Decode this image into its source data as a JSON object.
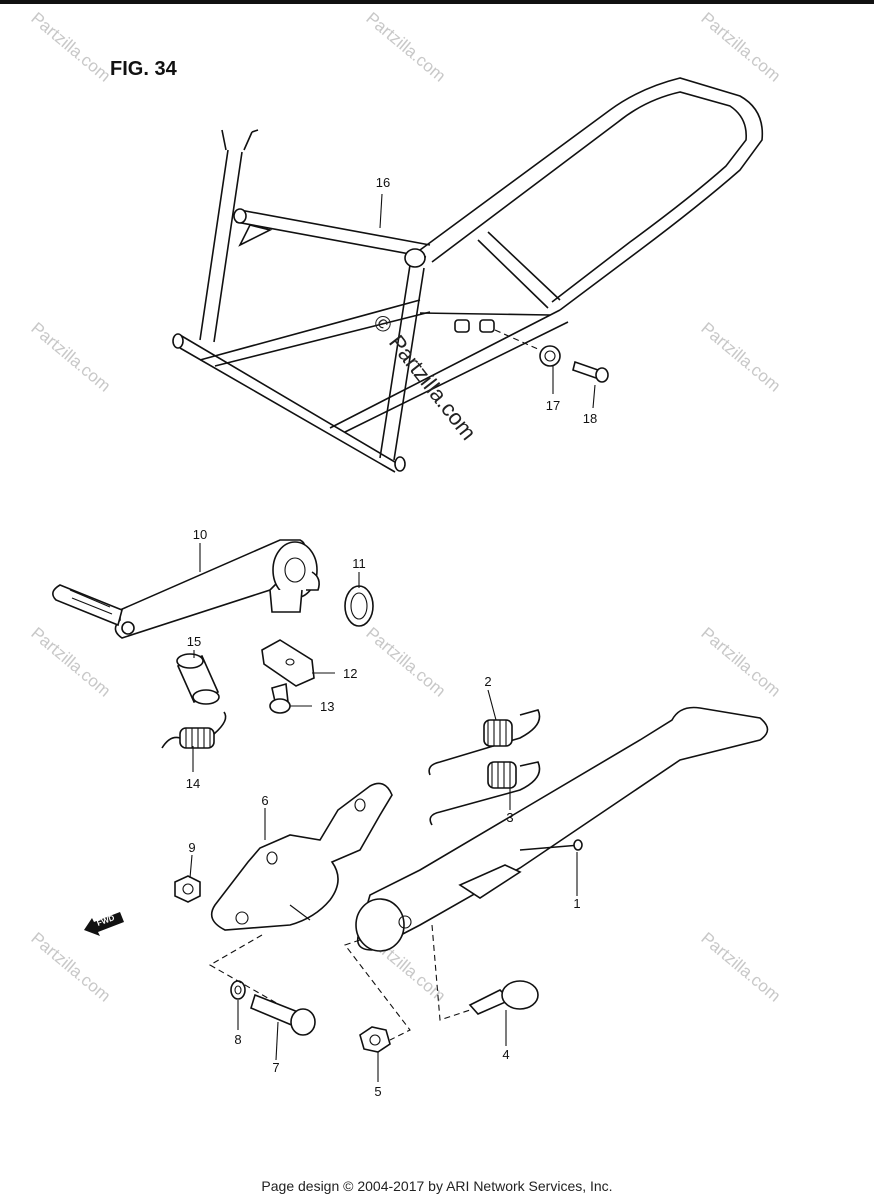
{
  "figure": {
    "title": "FIG. 34"
  },
  "parts": [
    {
      "number": "1"
    },
    {
      "number": "2"
    },
    {
      "number": "3"
    },
    {
      "number": "4"
    },
    {
      "number": "5"
    },
    {
      "number": "6"
    },
    {
      "number": "7"
    },
    {
      "number": "8"
    },
    {
      "number": "9"
    },
    {
      "number": "10"
    },
    {
      "number": "11"
    },
    {
      "number": "12"
    },
    {
      "number": "13"
    },
    {
      "number": "14"
    },
    {
      "number": "15"
    },
    {
      "number": "16"
    },
    {
      "number": "17"
    },
    {
      "number": "18"
    }
  ],
  "watermark": {
    "corner_text": "Partzilla.com",
    "center_text": "Partzilla.com",
    "copyright_symbol": "©"
  },
  "direction_arrow": {
    "text": "FWD"
  },
  "footer": {
    "text": "Page design © 2004-2017 by ARI Network Services, Inc."
  }
}
